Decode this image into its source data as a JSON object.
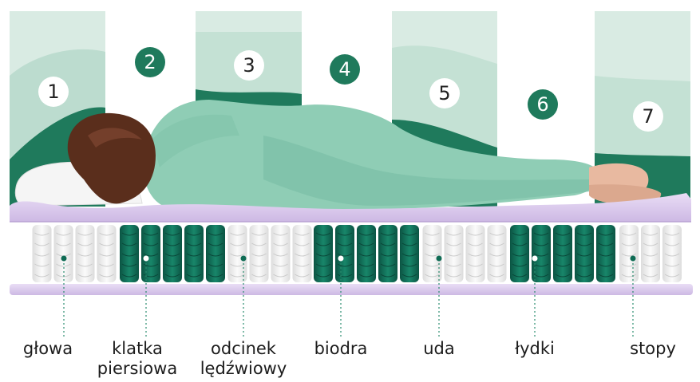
{
  "colors": {
    "zone_dark_green": "#1f7a5c",
    "zone_light_green": "#d9ebe3",
    "coil_dark_green": "#0f6b54",
    "coil_white": "#f2f2f2",
    "foam_lavender": "#d8c8ea",
    "pajamas": "#8fcdb5",
    "hair": "#5a2e1c",
    "label_text": "#1c1c1c"
  },
  "zones": [
    {
      "number": "1",
      "label_lines": [
        "głowa"
      ]
    },
    {
      "number": "2",
      "label_lines": [
        "klatka",
        "piersiowa"
      ]
    },
    {
      "number": "3",
      "label_lines": [
        "odcinek",
        "lędźwiowy"
      ]
    },
    {
      "number": "4",
      "label_lines": [
        "biodra"
      ]
    },
    {
      "number": "5",
      "label_lines": [
        "uda"
      ]
    },
    {
      "number": "6",
      "label_lines": [
        "łydki"
      ]
    },
    {
      "number": "7",
      "label_lines": [
        "stopy"
      ]
    }
  ],
  "coil_segments": [
    {
      "zone": "1",
      "firmness": "soft"
    },
    {
      "zone": "2",
      "firmness": "firm"
    },
    {
      "zone": "3",
      "firmness": "soft"
    },
    {
      "zone": "4",
      "firmness": "firm"
    },
    {
      "zone": "5",
      "firmness": "soft"
    },
    {
      "zone": "6",
      "firmness": "firm"
    },
    {
      "zone": "7",
      "firmness": "soft"
    }
  ]
}
